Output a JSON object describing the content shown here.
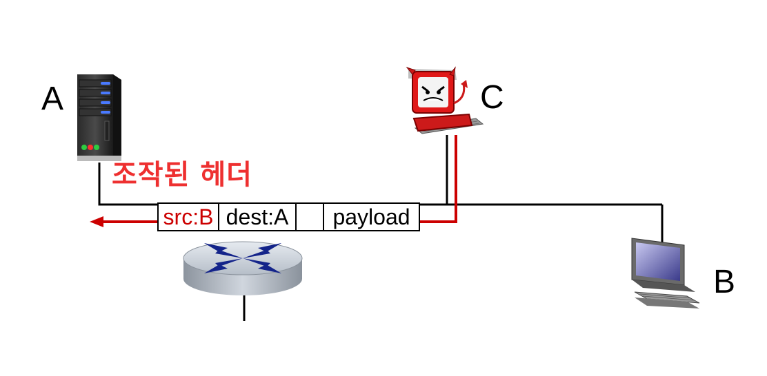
{
  "nodes": {
    "a": {
      "label": "A",
      "icon": "server-icon"
    },
    "b": {
      "label": "B",
      "icon": "laptop-icon"
    },
    "c": {
      "label": "C",
      "icon": "devil-computer-icon"
    }
  },
  "annotation": "조작된 헤더",
  "packet": {
    "src": "src:B",
    "dest": "dest:A",
    "empty": "",
    "payload": "payload"
  },
  "colors": {
    "attack": "#cc0000",
    "annotation": "#ee3030",
    "link": "#000000",
    "router_body": "#b0b8c4",
    "router_arrows": "#14248a"
  }
}
